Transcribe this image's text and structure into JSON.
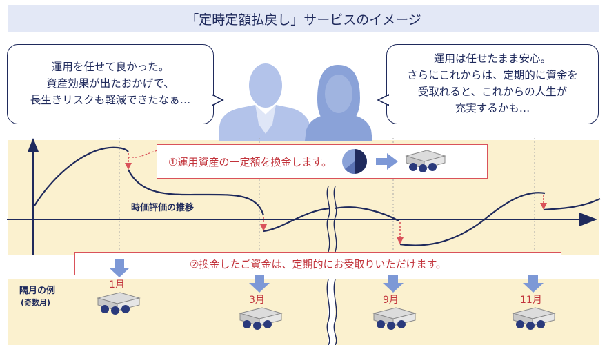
{
  "header": {
    "title": "「定時定額払戻し」サービスのイメージ"
  },
  "bubbles": {
    "left": [
      "運用を任せて良かった。",
      "資産効果が出たおかげで、",
      "長生きリスクも軽減できたなぁ…"
    ],
    "right": [
      "運用は任せたまま安心。",
      "さらにこれからは、定期的に資金を",
      "受取れると、これからの人生が",
      "充実するかも…"
    ]
  },
  "callouts": {
    "step1": "①運用資産の一定額を換金します。",
    "step2": "②換金したご資金は、定期的にお受取りいただけます。"
  },
  "chart": {
    "curve_label": "時価評価の推移"
  },
  "schedule": {
    "label": "隔月の例",
    "sublabel": "(奇数月)",
    "months": [
      "1月",
      "3月",
      "9月",
      "11月"
    ]
  },
  "colors": {
    "navy": "#1f2a5c",
    "accent_red": "#d9525a",
    "light_blue": "#7d98d6",
    "band": "#fbf1cf",
    "title_bg": "#e3e8f6"
  },
  "icons": [
    "people-silhouette-icon",
    "pie-chart-icon",
    "right-arrow-icon",
    "money-stack-icon",
    "down-arrow-icon"
  ]
}
